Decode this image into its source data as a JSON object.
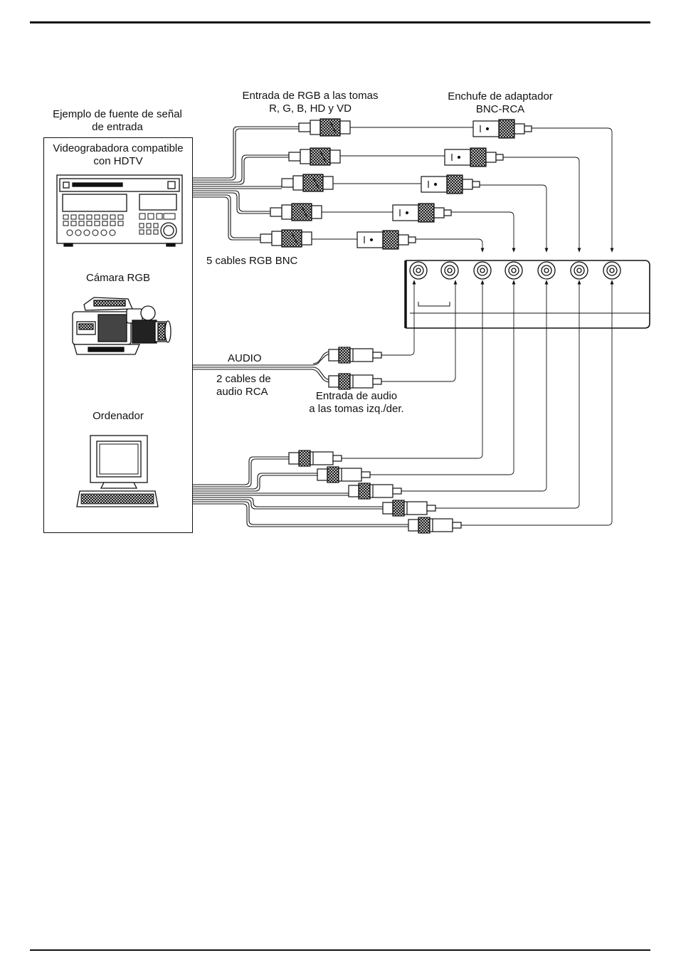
{
  "labels": {
    "source_example": [
      "Ejemplo de fuente de señal",
      "de entrada"
    ],
    "vcr": [
      "Videograbadora compatible",
      "con HDTV"
    ],
    "camera": "Cámara RGB",
    "computer": "Ordenador",
    "rgb_input": [
      "Entrada de RGB a las tomas",
      "R, G, B, HD y VD"
    ],
    "adapter": [
      "Enchufe de adaptador",
      "BNC-RCA"
    ],
    "bnc_cables": "5 cables RGB BNC",
    "audio": "AUDIO",
    "audio_cables": [
      "2 cables de",
      "audio RCA"
    ],
    "audio_input": [
      "Entrada de audio",
      "a las tomas izq./der."
    ]
  },
  "icons": {
    "vcr": "vcr-icon",
    "camera": "camera-icon",
    "computer": "computer-icon",
    "bnc_plug": "bnc-plug-icon",
    "adapter_plug": "adapter-plug-icon",
    "rca_plug": "rca-plug-icon",
    "panel_jack": "panel-jack-icon"
  },
  "counts": {
    "bnc_cables": 5,
    "audio_cables": 2,
    "rca_cables": 5,
    "panel_jacks": 7
  }
}
